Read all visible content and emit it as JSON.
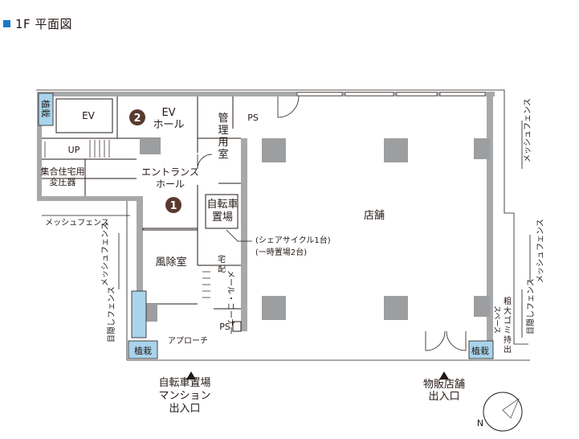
{
  "header": {
    "title": "1F 平面図",
    "accent": "#1a7bc4"
  },
  "labels": {
    "ev": "EV",
    "ev_hall_1": "EV",
    "ev_hall_2": "ホール",
    "badge_2": "2",
    "badge_1": "1",
    "kanri_1": "管",
    "kanri_2": "理",
    "kanri_3": "用",
    "kanri_4": "室",
    "ps_top": "PS",
    "ps_bottom": "PS",
    "up": "UP",
    "transformer_1": "集合住宅用",
    "transformer_2": "変圧器",
    "entrance_1": "エントランス",
    "entrance_2": "ホール",
    "bike_1": "自転車",
    "bike_2": "置場",
    "store": "店舗",
    "share_1": "(シェアサイクル1台)",
    "share_2": "(一時置場2台)",
    "windbreak": "風除室",
    "takuhai_1": "宅",
    "takuhai_2": "配",
    "mail": "メール・コーナー",
    "mesh_fence": "メッシュフェンス",
    "mesh_fence_left": "メッシュフェンス",
    "mesh_fence_right_top": "メッシュフェンス",
    "mesh_fence_right_bottom": "メッシュフェンス",
    "eye_fence_left": "目隠しフェンス",
    "eye_fence_right": "目隠しフェンス",
    "planter_top": "植栽",
    "planter_left": "植栽",
    "planter_right": "植栽",
    "approach": "アプローチ",
    "garbage_1": "粗",
    "garbage_2": "大",
    "garbage_3": "ゴ",
    "garbage_4": "ミ",
    "garbage_5": "持",
    "garbage_6": "出",
    "garbage_space": "スペース",
    "entry_residence_1": "自転車置場",
    "entry_residence_2": "マンション",
    "entry_residence_3": "出入口",
    "entry_store_1": "物販店舗",
    "entry_store_2": "出入口",
    "north": "N"
  },
  "colors": {
    "wall": "#a7a8aa",
    "column": "#9d9e9f",
    "line": "#231815",
    "planter": "#a9d4ec"
  }
}
